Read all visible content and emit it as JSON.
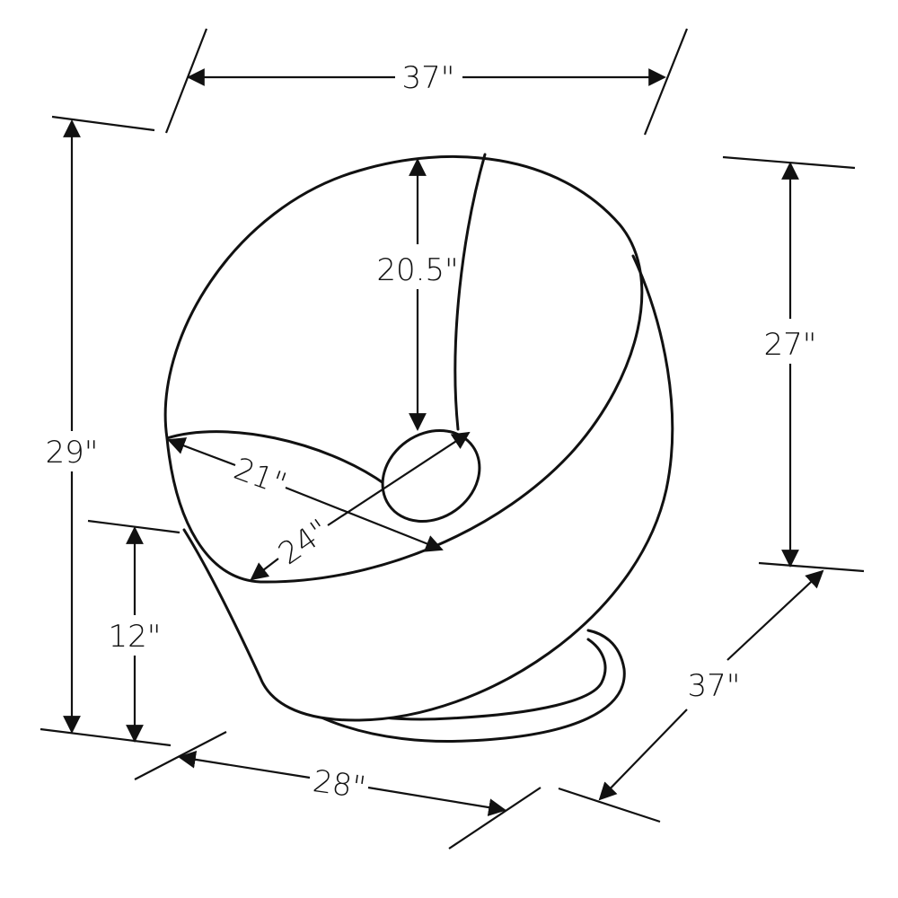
{
  "diagram": {
    "subject": "chair",
    "line_color": "#111111",
    "dimensions": {
      "top_width": "37\"",
      "total_height": "29\"",
      "back_height": "27\"",
      "inner_back_height": "20.5\"",
      "seat_depth": "21\"",
      "seat_width": "24\"",
      "seat_height": "12\"",
      "base_width": "28\"",
      "depth": "37\""
    }
  }
}
